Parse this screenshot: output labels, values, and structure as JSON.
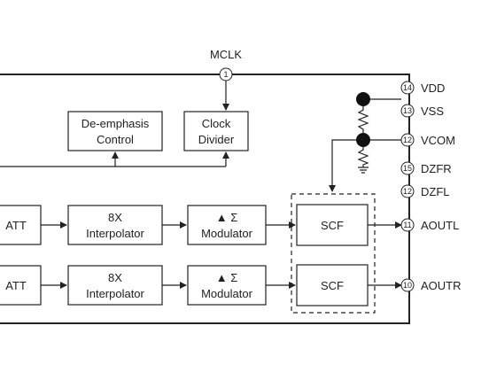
{
  "top_pin": {
    "label": "MCLK",
    "num": "1"
  },
  "blocks": {
    "deemph": [
      "De-emphasis",
      "Control"
    ],
    "clock": [
      "Clock",
      "Divider"
    ],
    "att_l": "ATT",
    "att_r": "ATT",
    "interp_l": [
      "8X",
      "Interpolator"
    ],
    "interp_r": [
      "8X",
      "Interpolator"
    ],
    "mod_l": [
      "▲ Σ",
      "Modulator"
    ],
    "mod_r": [
      "▲ Σ",
      "Modulator"
    ],
    "scf_l": "SCF",
    "scf_r": "SCF"
  },
  "right_pins": [
    {
      "num": "14",
      "label": "VDD"
    },
    {
      "num": "13",
      "label": "VSS"
    },
    {
      "num": "12",
      "label": "VCOM"
    },
    {
      "num": "15",
      "label": "DZFR"
    },
    {
      "num": "12",
      "label": "DZFL"
    },
    {
      "num": "11",
      "label": "AOUTL"
    },
    {
      "num": "10",
      "label": "AOUTR"
    }
  ]
}
